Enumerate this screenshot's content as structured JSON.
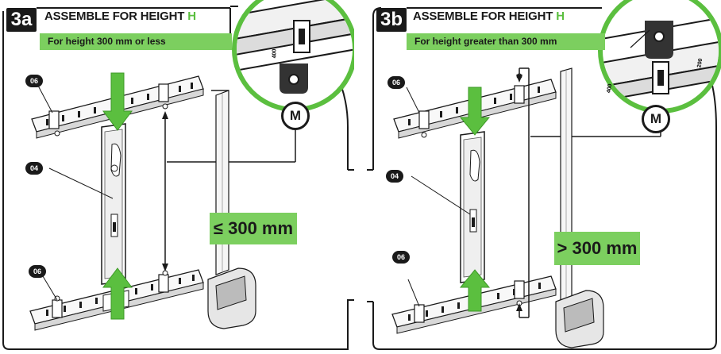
{
  "colors": {
    "accent_green": "#7ccf5f",
    "highlight_green": "#5bbf3f",
    "dark": "#1a1a1a"
  },
  "panels": [
    {
      "step": "3a",
      "title": "ASSEMBLE FOR HEIGHT",
      "title_highlight": "H",
      "subtitle": "For height 300 mm or less",
      "part_top": "06",
      "part_middle": "04",
      "part_bottom": "06",
      "detail_label": "M",
      "detail_marking": "400",
      "dimension": "≤ 300 mm"
    },
    {
      "step": "3b",
      "title": "ASSEMBLE FOR HEIGHT",
      "title_highlight": "H",
      "subtitle": "For height greater than 300 mm",
      "part_top": "06",
      "part_middle": "04",
      "part_bottom": "06",
      "detail_label": "M",
      "detail_marking_1": "400",
      "detail_marking_2": "200",
      "dimension": "> 300 mm"
    }
  ]
}
